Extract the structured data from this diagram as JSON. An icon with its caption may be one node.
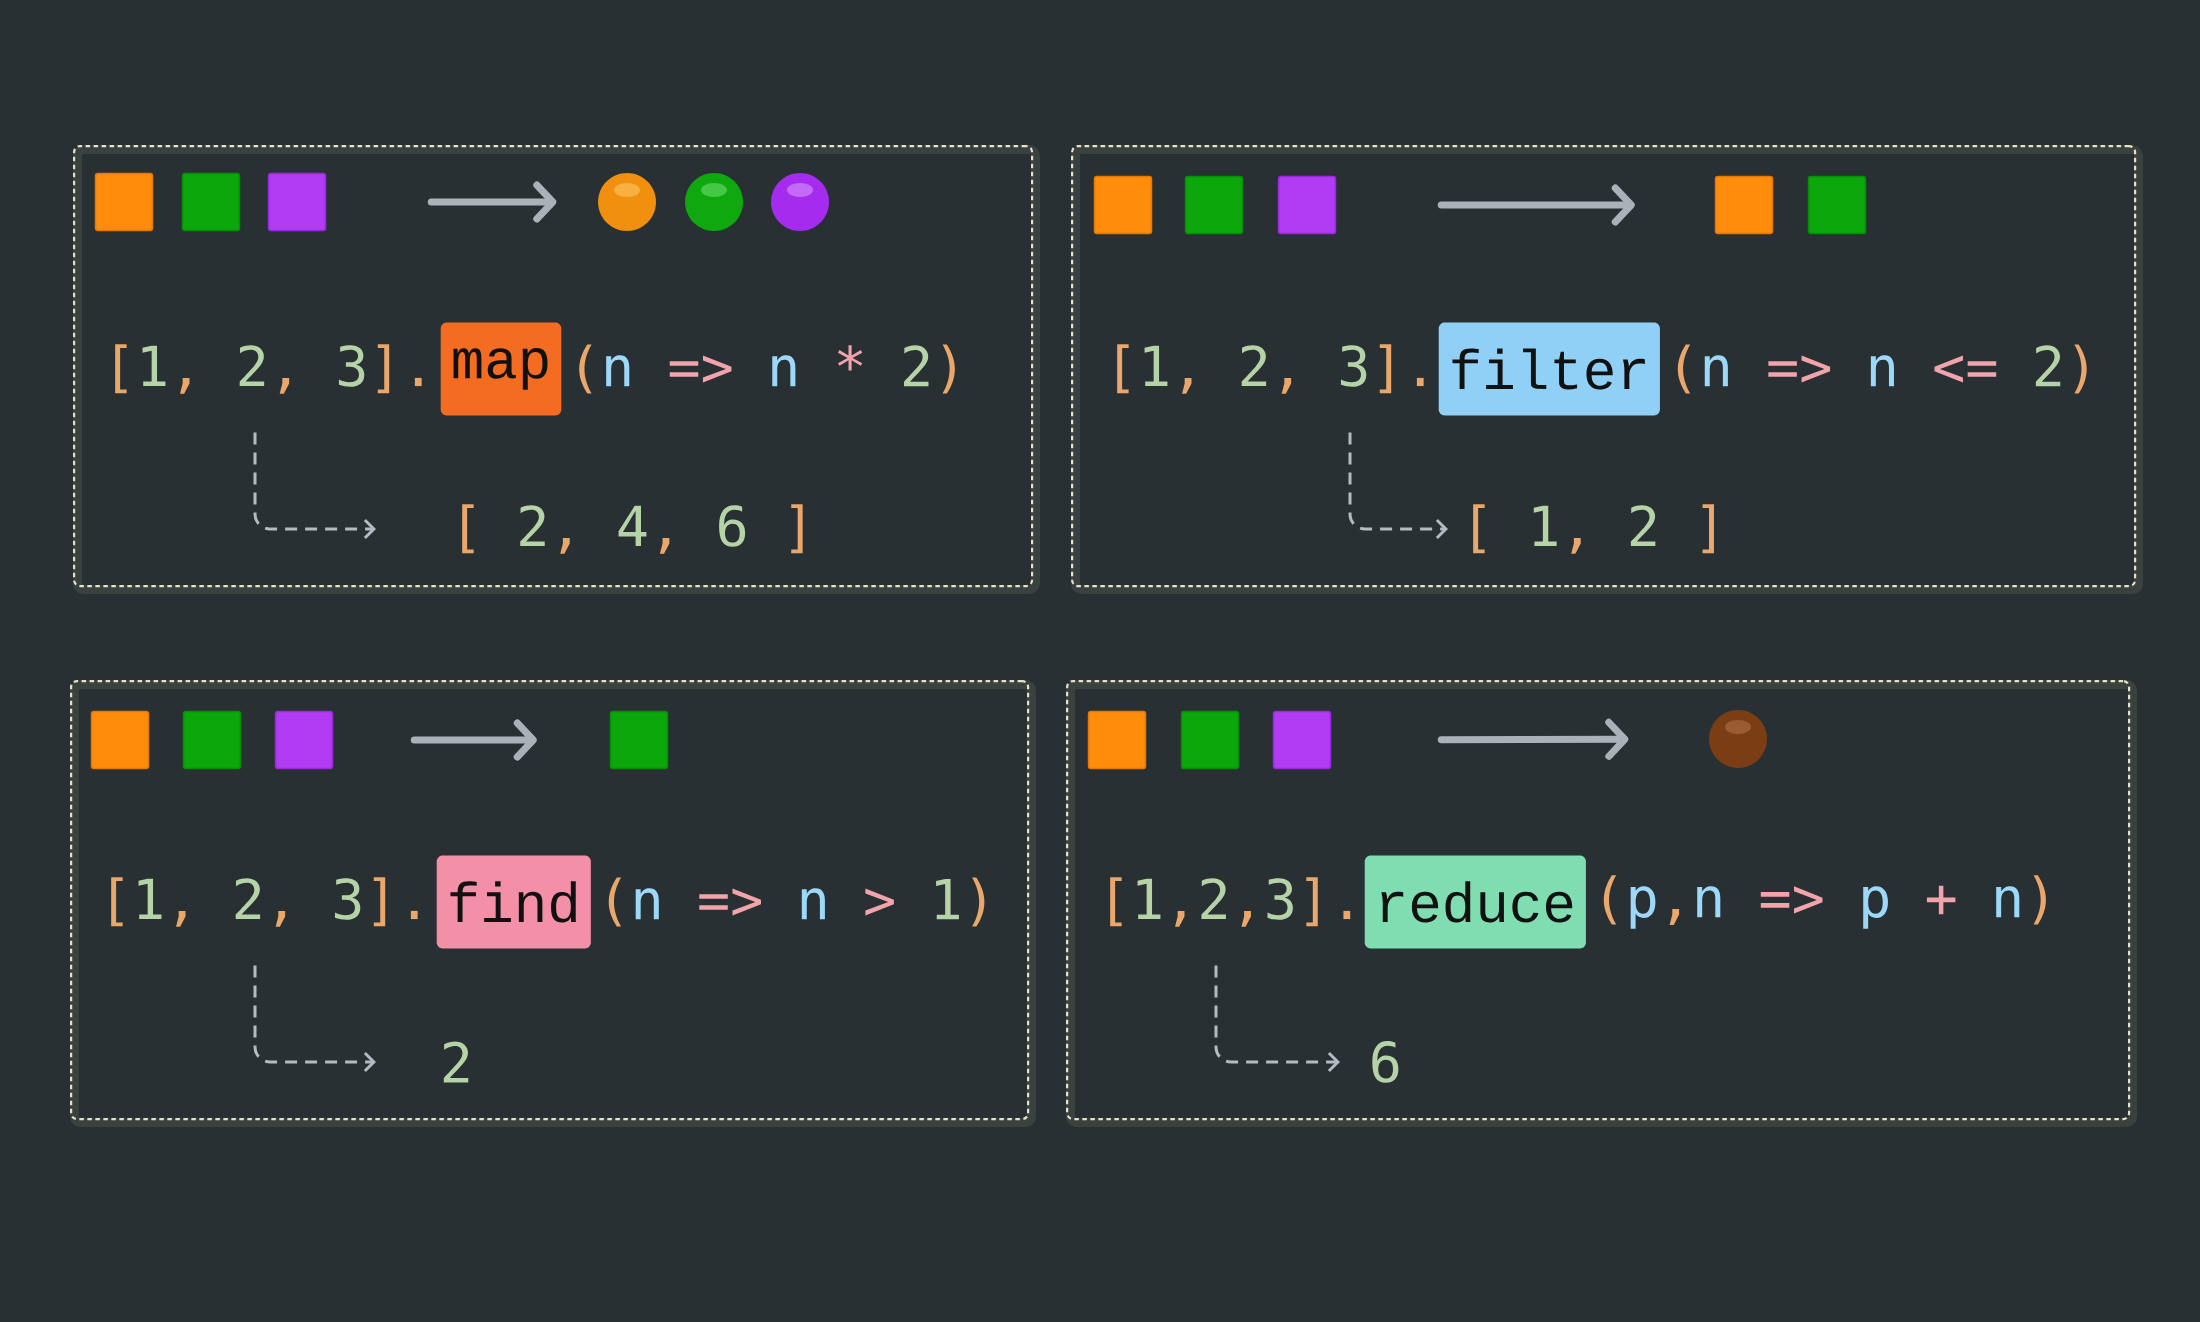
{
  "diagram": {
    "nodes": [
      {
        "text": [],
        "shape": "box"
      },
      {
        "text": [],
        "shape": "box",
        "in": 0
      },
      {
        "text": [],
        "shape": "box",
        "in": 0
      },
      {
        "text": [],
        "shape": "box",
        "in": 0
      },
      {
        "text": [],
        "shape": "circle",
        "in": 0
      },
      {
        "text": [],
        "shape": "circle",
        "in": 0
      },
      {
        "text": [],
        "shape": "circle",
        "in": 0
      },
      {
        "text": [
          "[1, 2, 3]."
        ],
        "in": 0
      },
      {
        "text": [
          "map"
        ],
        "in": 0,
        "beside": [
          "(n => n * 2)"
        ]
      },
      {
        "text": [
          "[ 2, 4, 6 ]"
        ],
        "in": 0
      },
      {
        "text": [],
        "shape": "box"
      },
      {
        "text": [],
        "shape": "box",
        "in": 10
      },
      {
        "text": [],
        "shape": "box",
        "in": 10
      },
      {
        "text": [],
        "shape": "box",
        "in": 10
      },
      {
        "text": [],
        "shape": "box",
        "in": 10
      },
      {
        "text": [],
        "shape": "box",
        "in": 10
      },
      {
        "text": [
          "[1, 2, 3]."
        ],
        "in": 10
      },
      {
        "text": [
          "filter"
        ],
        "in": 10,
        "beside": [
          "(n => n <= 2)"
        ]
      },
      {
        "text": [
          "[ 1, 2 ]"
        ],
        "in": 10
      },
      {
        "text": [],
        "shape": "box"
      },
      {
        "text": [],
        "shape": "box",
        "in": 19
      },
      {
        "text": [],
        "shape": "box",
        "in": 19
      },
      {
        "text": [],
        "shape": "box",
        "in": 19
      },
      {
        "text": [],
        "shape": "box",
        "in": 19
      },
      {
        "text": [
          "[1, 2, 3]."
        ],
        "in": 19
      },
      {
        "text": [
          "find"
        ],
        "in": 19,
        "beside": [
          "(n => n > 1)"
        ]
      },
      {
        "text": [
          "2"
        ],
        "in": 19
      },
      {
        "text": [],
        "shape": "box"
      },
      {
        "text": [],
        "shape": "box",
        "in": 27
      },
      {
        "text": [],
        "shape": "box",
        "in": 27
      },
      {
        "text": [],
        "shape": "box",
        "in": 27
      },
      {
        "text": [],
        "shape": "circle",
        "in": 27
      },
      {
        "text": [
          "[1,2,3]."
        ],
        "in": 27
      },
      {
        "text": [
          "reduce"
        ],
        "in": 27,
        "beside": [
          "(p,n => p + n)"
        ]
      },
      {
        "text": [
          "6"
        ],
        "in": 27
      }
    ],
    "edges": [
      {
        "from": 3,
        "to": 4,
        "arrow": "to",
        "style": "thick"
      },
      {
        "from": 7,
        "to": 9,
        "arrow": "to",
        "style": "dashed"
      },
      {
        "from": 13,
        "to": 14,
        "arrow": "to",
        "style": "thick"
      },
      {
        "from": 16,
        "to": 18,
        "arrow": "to",
        "style": "dashed"
      },
      {
        "from": 22,
        "to": 23,
        "arrow": "to",
        "style": "thick"
      },
      {
        "from": 24,
        "to": 26,
        "arrow": "to",
        "style": "dashed"
      },
      {
        "from": 30,
        "to": 31,
        "arrow": "to",
        "style": "thick"
      },
      {
        "from": 32,
        "to": 34,
        "arrow": "to",
        "style": "dashed"
      }
    ]
  }
}
